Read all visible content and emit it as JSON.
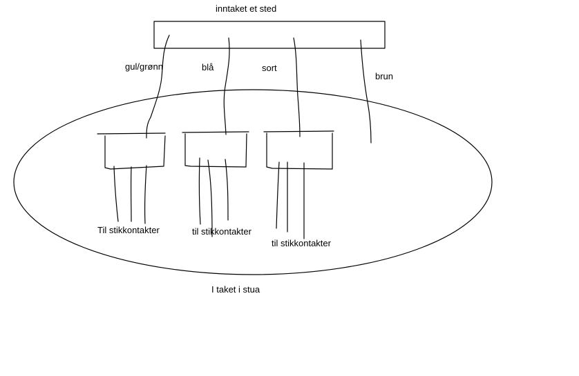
{
  "diagram": {
    "title": "inntaket et sted",
    "wires": {
      "earth": "gul/grønn",
      "blue": "blå",
      "black": "sort",
      "brown": "brun"
    },
    "outputs": {
      "left": "Til stikkontakter",
      "middle": "til stikkontakter",
      "right": "til stikkontakter"
    },
    "ceiling_label": "I taket i stua"
  }
}
